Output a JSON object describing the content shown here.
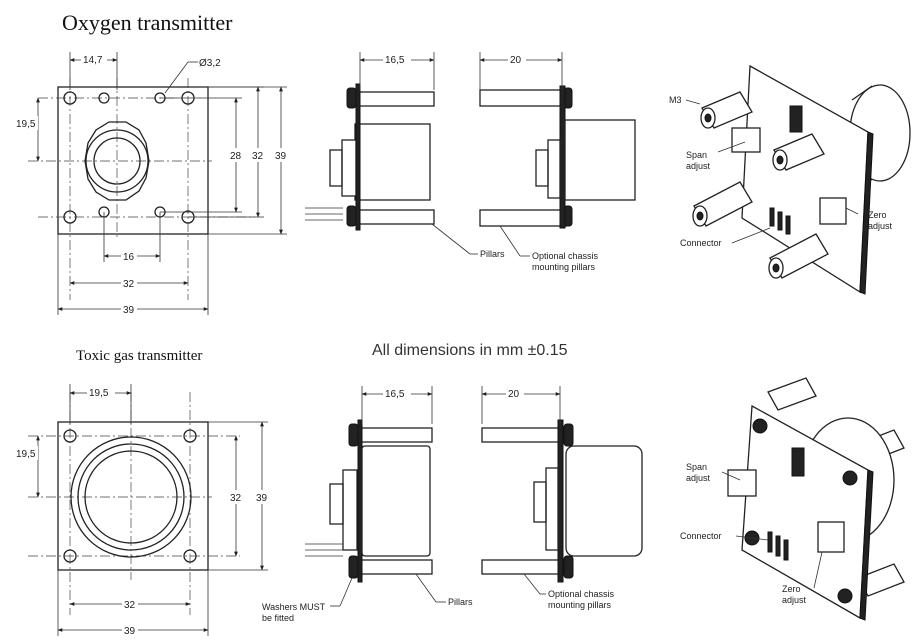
{
  "titles": {
    "oxygen": "Oxygen transmitter",
    "toxic": "Toxic gas transmitter",
    "note": "All dimensions in mm ±0.15"
  },
  "oxygen_front": {
    "dim_top": "14,7",
    "dim_hole": "Ø3,2",
    "dim_left": "19,5",
    "dim_28": "28",
    "dim_32v": "32",
    "dim_39v": "39",
    "dim_16": "16",
    "dim_32h": "32",
    "dim_39h": "39"
  },
  "oxygen_side": {
    "dim_left": "16,5",
    "dim_right": "20",
    "pillars": "Pillars",
    "optional_line1": "Optional chassis",
    "optional_line2": "mounting pillars"
  },
  "oxygen_iso": {
    "m3": "M3",
    "span_line1": "Span",
    "span_line2": "adjust",
    "zero_line1": "Zero",
    "zero_line2": "adjust",
    "connector": "Connector"
  },
  "toxic_front": {
    "dim_top": "19,5",
    "dim_left": "19,5",
    "dim_32v": "32",
    "dim_39v": "39",
    "dim_32h": "32",
    "dim_39h": "39"
  },
  "toxic_side": {
    "dim_left": "16,5",
    "dim_right": "20",
    "washers_line1": "Washers MUST",
    "washers_line2": "be fitted",
    "pillars": "Pillars",
    "optional_line1": "Optional chassis",
    "optional_line2": "mounting pillars"
  },
  "toxic_iso": {
    "span_line1": "Span",
    "span_line2": "adjust",
    "connector": "Connector",
    "zero_line1": "Zero",
    "zero_line2": "adjust"
  }
}
